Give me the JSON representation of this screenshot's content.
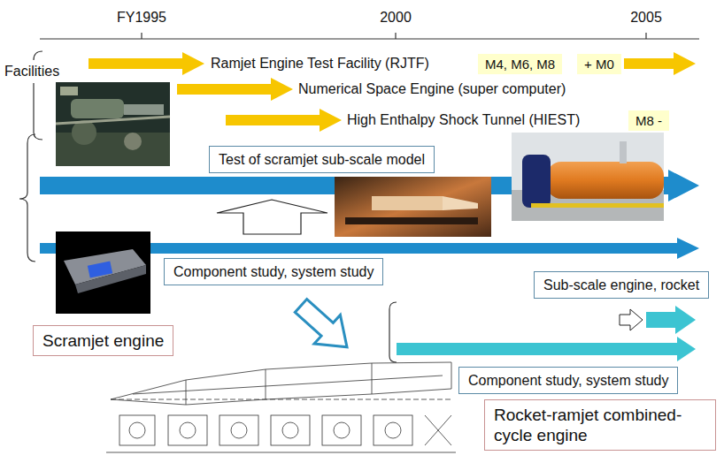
{
  "diagram": {
    "nodes": [
      {
        "text": [
          "M4, M6, M8"
        ]
      },
      {
        "text": [
          "+ M0"
        ]
      },
      {
        "text": [
          "M8 -"
        ]
      },
      {
        "text": [
          "Test of scramjet sub-scale model"
        ]
      },
      {
        "text": [
          "Component study, system study"
        ]
      },
      {
        "text": [
          "Scramjet engine"
        ]
      },
      {
        "text": [
          "Sub-scale engine, rocket"
        ]
      },
      {
        "text": [
          "Component study, system study"
        ]
      },
      {
        "text": [
          "Rocket-ramjet combined-cycle engine"
        ]
      }
    ],
    "labels": [
      "FY1995",
      "2000",
      "2005",
      "Facilities",
      "Ramjet Engine Test Facility (RJTF)",
      "Numerical Space Engine (super computer)",
      "High Enthalpy Shock Tunnel (HIEST)"
    ]
  }
}
